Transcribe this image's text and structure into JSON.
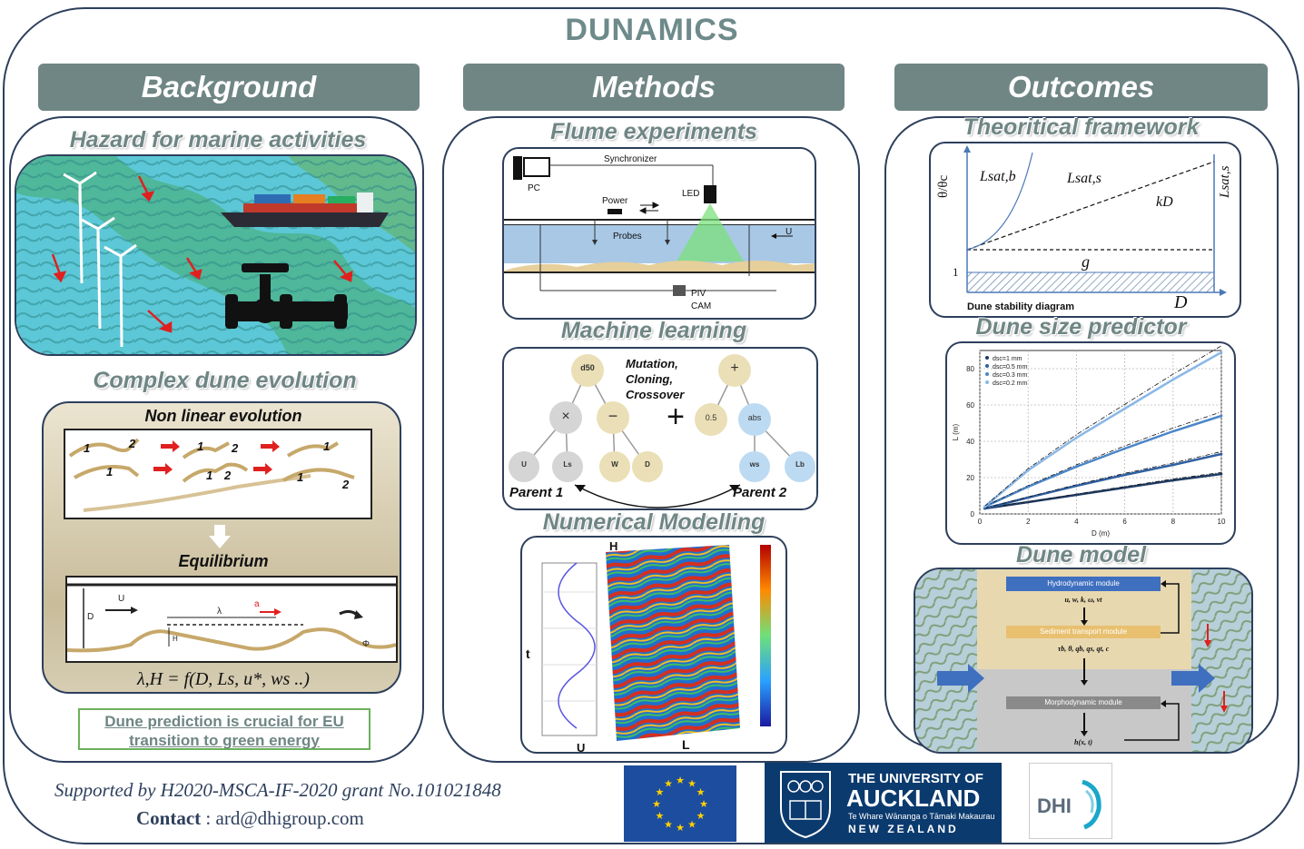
{
  "title": "DUNAMICS",
  "columns": {
    "background": {
      "header": "Background",
      "hazard_title": "Hazard for marine activities",
      "dune_title": "Complex dune evolution",
      "nonlinear_label": "Non linear evolution",
      "equilibrium_label": "Equilibrium",
      "formula": "λ,H = f(D, Ls, u*, ws ..)",
      "note": "Dune prediction is crucial for EU transition to green energy"
    },
    "methods": {
      "header": "Methods",
      "flume_title": "Flume experiments",
      "flume_labels": {
        "synchronizer": "Synchronizer",
        "pc": "PC",
        "power": "Power",
        "led": "LED",
        "probes": "Probes",
        "u": "U",
        "piv": "PIV",
        "cam": "CAM"
      },
      "ml_title": "Machine learning",
      "ml_ops": "Mutation, Cloning, Crossover",
      "ml_nodes": {
        "root1": "d50",
        "x": "×",
        "minus": "−",
        "u": "U",
        "ls": "Ls",
        "w": "W",
        "d": "D",
        "plus_big": "+",
        "root2": "+",
        "c05": "0.5",
        "abs": "abs",
        "ws": "ws",
        "lb": "Lb"
      },
      "parent1": "Parent 1",
      "parent2": "Parent 2",
      "num_title": "Numerical Modelling",
      "num_labels": {
        "h": "H",
        "t": "t",
        "u": "U",
        "l": "L"
      }
    },
    "outcomes": {
      "header": "Outcomes",
      "theory_title": "Theoritical framework",
      "theory_labels": {
        "ylabel": "θ/θc",
        "lsatb": "Lsat,b",
        "lsats": "Lsat,s",
        "lsats_side": "Lsat,s",
        "kd": "kD",
        "g": "g",
        "one": "1",
        "caption": "Dune stability diagram",
        "xlabel": "D"
      },
      "predictor_title": "Dune size predictor",
      "model_title": "Dune model",
      "model_modules": {
        "hydro": "Hydrodynamic module",
        "hydro_vars": "u, w, k, ω, νt",
        "sediment": "Sediment transport module",
        "sediment_vars": "τb, θ, qb, qs, qt, c",
        "morpho": "Morphodynamic module",
        "morpho_vars": "h(x, t)"
      }
    }
  },
  "chart_data": {
    "type": "line",
    "xlabel": "D (m)",
    "ylabel": "L (m)",
    "xlim": [
      0,
      10
    ],
    "ylim": [
      0,
      90
    ],
    "xticks": [
      0,
      2,
      4,
      6,
      8,
      10
    ],
    "yticks": [
      0,
      20,
      40,
      60,
      80
    ],
    "grid": true,
    "legend_position": "top-left",
    "series": [
      {
        "name": "dsc=1 mm",
        "color": "#1f3b63",
        "x": [
          0.2,
          2,
          4,
          6,
          8,
          10
        ],
        "values": [
          3,
          6.5,
          10.5,
          14.5,
          18.5,
          22
        ]
      },
      {
        "name": "dsc=0.5 mm",
        "color": "#2f5fa0",
        "x": [
          0.2,
          2,
          4,
          6,
          8,
          10
        ],
        "values": [
          3,
          9,
          15.5,
          21.5,
          27,
          33
        ]
      },
      {
        "name": "dsc=0.3 mm",
        "color": "#4a86c8",
        "x": [
          0.2,
          2,
          4,
          6,
          8,
          10
        ],
        "values": [
          4,
          15,
          26,
          36,
          45.5,
          54
        ]
      },
      {
        "name": "dsc=0.2 mm",
        "color": "#8ab8e8",
        "x": [
          0.2,
          2,
          4,
          6,
          8,
          10
        ],
        "values": [
          4,
          24,
          42,
          58,
          74,
          89
        ]
      }
    ]
  },
  "footer": {
    "support": "Supported by H2020-MSCA-IF-2020 grant No.101021848",
    "contact_label": "Contact",
    "contact_sep": " : ",
    "contact_email": "ard@dhigroup.com",
    "auckland_line1": "THE UNIVERSITY OF",
    "auckland_line2": "AUCKLAND",
    "auckland_line3": "Te Whare Wānanga o Tāmaki Makaurau",
    "auckland_line4": "NEW ZEALAND",
    "dhi": "DHI"
  },
  "colors": {
    "header_bg": "#6f8684",
    "border": "#2d3f5c",
    "accent_green": "#6cb05a",
    "eu_blue": "#1d4d9e",
    "auckland_blue": "#0b3a6e"
  }
}
